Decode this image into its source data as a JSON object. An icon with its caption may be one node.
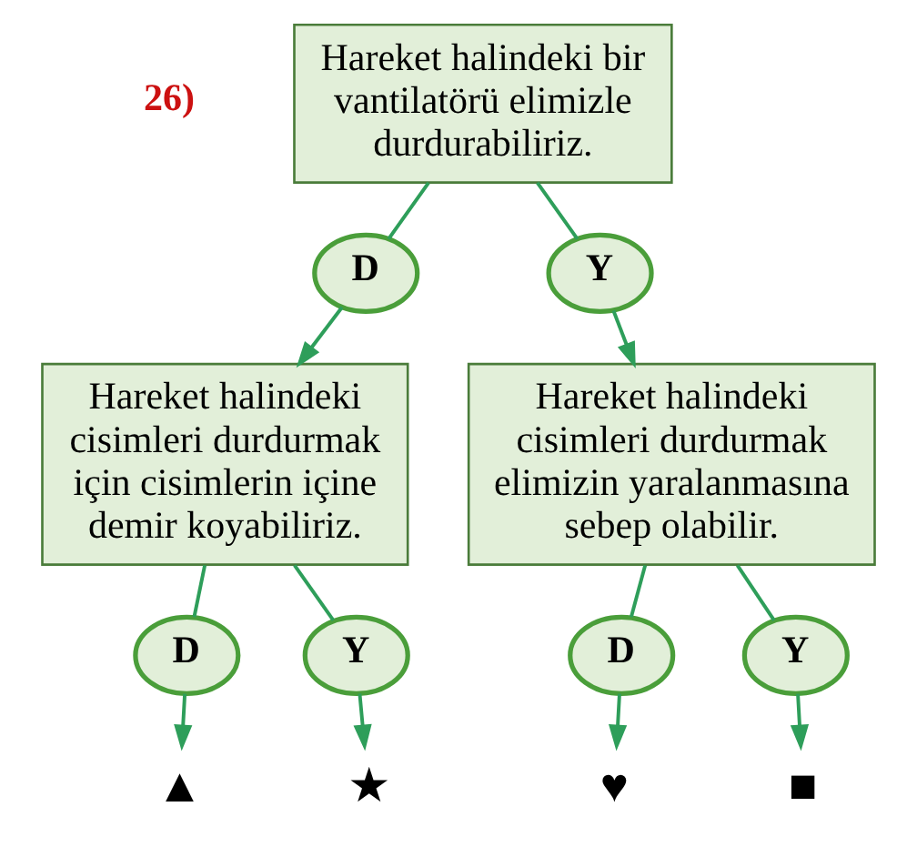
{
  "diagram": {
    "nodes": [
      {
        "text": [
          "Hareket halindeki bir vantilatörü elimizle durdurabiliriz."
        ]
      },
      {
        "text": [
          "D"
        ]
      },
      {
        "text": [
          "Y"
        ]
      },
      {
        "text": [
          "Hareket halindeki cisimleri durdurmak için cisimlerin içine demir koyabiliriz."
        ]
      },
      {
        "text": [
          "Hareket halindeki cisimleri durdurmak elimizin yaralanmasına sebep olabilir."
        ]
      },
      {
        "text": [
          "D"
        ]
      },
      {
        "text": [
          "Y"
        ]
      },
      {
        "text": [
          "D"
        ]
      },
      {
        "text": [
          "Y"
        ]
      },
      {
        "text": [
          "▲"
        ]
      },
      {
        "text": [
          "★"
        ]
      },
      {
        "text": [
          "♥"
        ]
      },
      {
        "text": [
          "■"
        ]
      }
    ],
    "edges": [
      {
        "from": 0,
        "to": 1,
        "arrow": "none"
      },
      {
        "from": 0,
        "to": 2,
        "arrow": "none"
      },
      {
        "from": 1,
        "to": 3,
        "arrow": "to"
      },
      {
        "from": 2,
        "to": 4,
        "arrow": "to"
      },
      {
        "from": 3,
        "to": 5,
        "arrow": "none"
      },
      {
        "from": 3,
        "to": 6,
        "arrow": "none"
      },
      {
        "from": 4,
        "to": 7,
        "arrow": "none"
      },
      {
        "from": 4,
        "to": 8,
        "arrow": "none"
      },
      {
        "from": 5,
        "to": 9,
        "arrow": "to"
      },
      {
        "from": 6,
        "to": 10,
        "arrow": "to"
      },
      {
        "from": 7,
        "to": 11,
        "arrow": "to"
      },
      {
        "from": 8,
        "to": 12,
        "arrow": "to"
      }
    ],
    "labels": [
      "26)"
    ]
  }
}
